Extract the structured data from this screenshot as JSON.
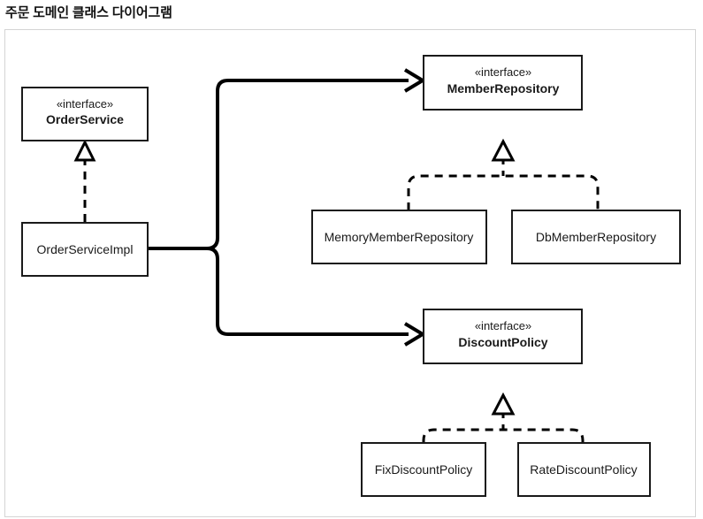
{
  "page": {
    "title": "주문 도메인 클래스 다이어그램"
  },
  "diagram": {
    "type": "uml-class-diagram",
    "stereotype_label": "«interface»",
    "classes": {
      "order_service": {
        "name": "OrderService",
        "stereotype": "«interface»",
        "kind": "interface"
      },
      "order_service_impl": {
        "name": "OrderServiceImpl",
        "stereotype": "",
        "kind": "class"
      },
      "member_repository": {
        "name": "MemberRepository",
        "stereotype": "«interface»",
        "kind": "interface"
      },
      "memory_member_repository": {
        "name": "MemoryMemberRepository",
        "stereotype": "",
        "kind": "class"
      },
      "db_member_repository": {
        "name": "DbMemberRepository",
        "stereotype": "",
        "kind": "class"
      },
      "discount_policy": {
        "name": "DiscountPolicy",
        "stereotype": "«interface»",
        "kind": "interface"
      },
      "fix_discount_policy": {
        "name": "FixDiscountPolicy",
        "stereotype": "",
        "kind": "class"
      },
      "rate_discount_policy": {
        "name": "RateDiscountPolicy",
        "stereotype": "",
        "kind": "class"
      }
    },
    "relations": [
      {
        "from": "order_service_impl",
        "to": "order_service",
        "type": "realization"
      },
      {
        "from": "order_service_impl",
        "to": "member_repository",
        "type": "association"
      },
      {
        "from": "order_service_impl",
        "to": "discount_policy",
        "type": "association"
      },
      {
        "from": "memory_member_repository",
        "to": "member_repository",
        "type": "realization"
      },
      {
        "from": "db_member_repository",
        "to": "member_repository",
        "type": "realization"
      },
      {
        "from": "fix_discount_policy",
        "to": "discount_policy",
        "type": "realization"
      },
      {
        "from": "rate_discount_policy",
        "to": "discount_policy",
        "type": "realization"
      }
    ]
  },
  "colors": {
    "box_fill": "#ffffff",
    "box_stroke": "#1a1a1a",
    "connector": "#000000",
    "panel_border": "#d4d4d4",
    "text": "#1a1a1a",
    "background": "#ffffff"
  }
}
